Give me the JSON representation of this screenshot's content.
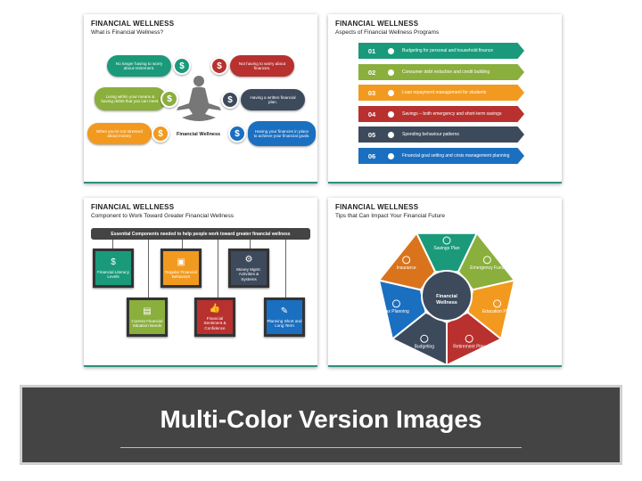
{
  "slides": [
    {
      "title": "FINANCIAL WELLNESS",
      "subtitle": "What is Financial Wellness?",
      "center_label": "Financial Wellness",
      "bubbles": [
        "No longer having to worry about retirement.",
        "Not having to worry about finances.",
        "Living within your means & having debts that you can meet.",
        "Having a written financial plan.",
        "When you're not stressed about money.",
        "Having your finances in place to achieve your financial goals."
      ],
      "coin_symbol": "$"
    },
    {
      "title": "FINANCIAL WELLNESS",
      "subtitle": "Aspects of Financial Wellness Programs",
      "rows": [
        {
          "num": "01",
          "text": "Budgeting for personal and household finance",
          "color": "#1a9a7a"
        },
        {
          "num": "02",
          "text": "Consumer debt reduction and credit building",
          "color": "#8aaf3c"
        },
        {
          "num": "03",
          "text": "Loan repayment management for students",
          "color": "#f29a1f"
        },
        {
          "num": "04",
          "text": "Savings – both emergency and short-term savings",
          "color": "#b8312f"
        },
        {
          "num": "05",
          "text": "Spending behaviour patterns",
          "color": "#3d4a5c"
        },
        {
          "num": "06",
          "text": "Financial goal setting and crisis management planning",
          "color": "#1a6fc1"
        }
      ]
    },
    {
      "title": "FINANCIAL WELLNESS",
      "subtitle": "Component to Work Toward Greater Financial Wellness",
      "banner": "Essential Components needed to help people work toward greater financial wellness",
      "boxes": [
        {
          "label": "Financial Literacy Levels",
          "color": "#1a9a7a",
          "icon": "$"
        },
        {
          "label": "Current Financial Situation Needs",
          "color": "#8aaf3c",
          "icon": "▤"
        },
        {
          "label": "Regular Financial Behaviors",
          "color": "#f29a1f",
          "icon": "▣"
        },
        {
          "label": "Financial Sentiment & Confidence",
          "color": "#b8312f",
          "icon": "👍"
        },
        {
          "label": "Money Mgmt. Activities & Systems",
          "color": "#3d4a5c",
          "icon": "⚙"
        },
        {
          "label": "Planning Short and Long Term",
          "color": "#1a6fc1",
          "icon": "✎"
        }
      ]
    },
    {
      "title": "FINANCIAL WELLNESS",
      "subtitle": "Tips that Can Impact Your Financial Future",
      "center": "Financial Wellness",
      "segments": [
        {
          "label": "Savings Plan",
          "color": "#1a9a7a"
        },
        {
          "label": "Emergency Fund",
          "color": "#8aaf3c"
        },
        {
          "label": "Education Plan",
          "color": "#f29a1f"
        },
        {
          "label": "Retirement Plan",
          "color": "#b8312f"
        },
        {
          "label": "Budgeting",
          "color": "#3d4a5c"
        },
        {
          "label": "Tax Planning",
          "color": "#1a6fc1"
        },
        {
          "label": "Insurance",
          "color": "#d9741c"
        }
      ]
    }
  ],
  "footer": {
    "title": "Multi-Color Version Images"
  }
}
